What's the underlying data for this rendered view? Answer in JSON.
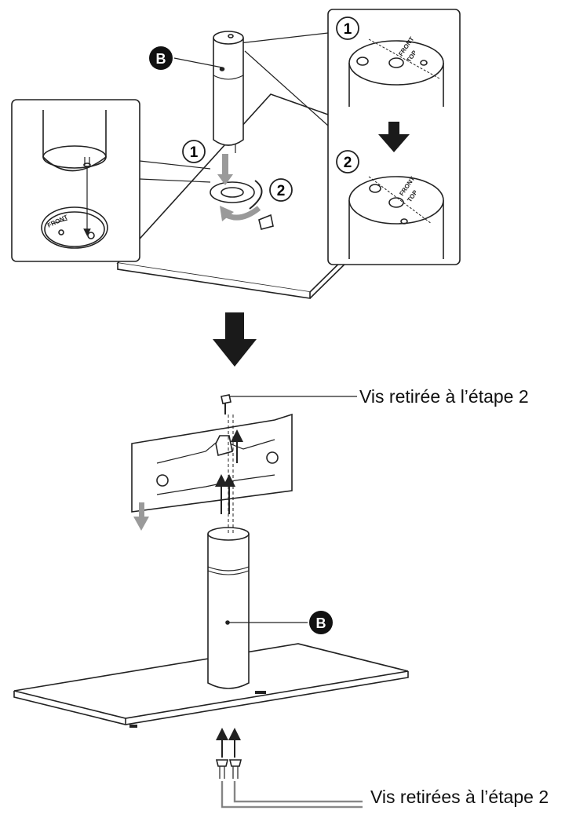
{
  "callouts": {
    "step_1": "1",
    "step_2": "2",
    "part_b": "B",
    "screw_removed_step2": "Vis retirée à l’étape 2",
    "screws_removed_step2": "Vis retirées à l’étape 2"
  },
  "tiny_labels": {
    "front": "FRONT",
    "top": "TOP"
  },
  "colors": {
    "line": "#222222",
    "arrow_grey": "#9a9a9a",
    "arrow_dark": "#1a1a1a",
    "badge_fill": "#111111"
  }
}
